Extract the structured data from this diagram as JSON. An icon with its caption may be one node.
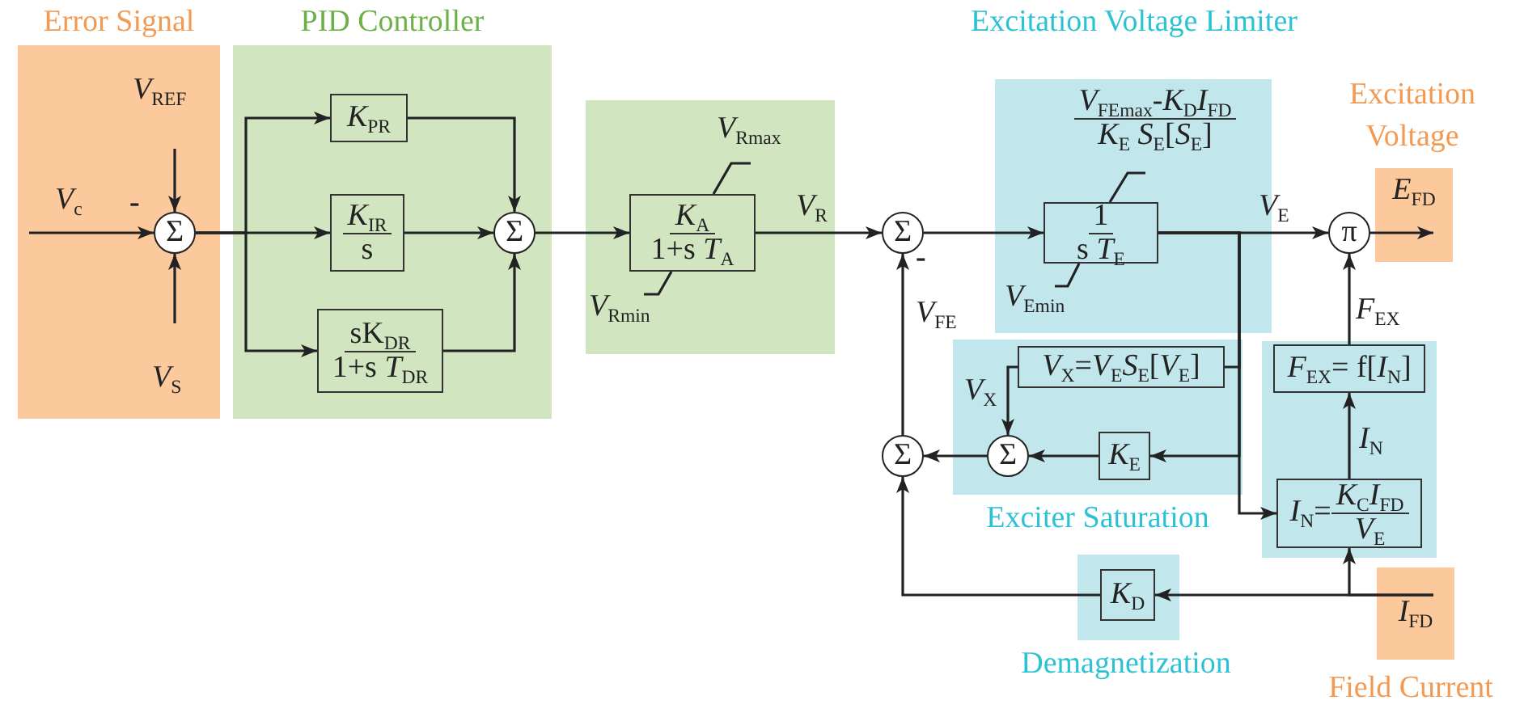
{
  "diagram": {
    "nodes": [
      {
        "text": [
          "Error Signal"
        ]
      },
      {
        "text": [
          "Σ"
        ],
        "in": 0
      },
      {
        "text": [
          "PID Controller"
        ]
      },
      {
        "text": [
          "*K*$_{PR}$"
        ],
        "in": 2
      },
      {
        "text": [
          "*K*$_{IR}$",
          "s"
        ],
        "in": 2
      },
      {
        "text": [
          "sK$_{DR}$",
          "1+s *T*$_{DR}$"
        ],
        "in": 2
      },
      {
        "text": [
          "Σ"
        ],
        "in": 2
      },
      {
        "text": [],
        "shape": "box"
      },
      {
        "text": [
          "*K*$_{A}$",
          "1+s *T*$_{A}$"
        ],
        "in": 7,
        "beside": [
          "*V*$_{Rmax}$",
          "*V*$_{Rmin}$"
        ]
      },
      {
        "text": [
          "Σ"
        ]
      },
      {
        "text": [
          "Excitation Voltage Limiter"
        ]
      },
      {
        "text": [
          "1",
          "s *T*$_{E}$"
        ],
        "in": 10,
        "beside": [
          "*V*$_{FEmax}$-*K*$_{D}$*I*$_{FD}$",
          "*K*$_{E}$ *S*$_{E}$[*S*$_{E}$]",
          "*V*$_{Emin}$"
        ]
      },
      {
        "text": [
          "π"
        ]
      },
      {
        "text": [
          "Excitation Voltage",
          "*E*$_{FD}$"
        ]
      },
      {
        "text": [
          "Exciter Saturation"
        ]
      },
      {
        "text": [
          "*V*$_{X}$=*V*$_{E}$*S*$_{E}$[*V*$_{E}$]"
        ],
        "in": 14
      },
      {
        "text": [
          "Σ"
        ],
        "in": 14
      },
      {
        "text": [
          "*K*$_{E}$"
        ],
        "in": 14
      },
      {
        "text": [
          "Σ"
        ]
      },
      {
        "text": [],
        "shape": "box"
      },
      {
        "text": [
          "*F*$_{EX}$= f[*I*$_{N}$]"
        ],
        "in": 19
      },
      {
        "text": [
          "*I*$_{N}$=",
          "*K*$_{C}$*I*$_{FD}$",
          "*V*$_{E}$"
        ],
        "in": 19
      },
      {
        "text": [
          "Demagnetization"
        ]
      },
      {
        "text": [
          "*K*$_{D}$"
        ],
        "in": 22
      },
      {
        "text": [
          "*I*$_{FD}$",
          "Field Current"
        ]
      }
    ],
    "edges": [
      {
        "from": null,
        "to": 1,
        "arrow": "to",
        "label": "*V*$_{c}$"
      },
      {
        "from": null,
        "to": 1,
        "arrow": "to",
        "label": "*V*$_{REF}$"
      },
      {
        "from": null,
        "to": 1,
        "arrow": "to",
        "label": "*V*$_{S}$"
      },
      {
        "from": 1,
        "to": 3,
        "arrow": "to"
      },
      {
        "from": 1,
        "to": 4,
        "arrow": "to"
      },
      {
        "from": 1,
        "to": 5,
        "arrow": "to"
      },
      {
        "from": 3,
        "to": 6,
        "arrow": "to"
      },
      {
        "from": 4,
        "to": 6,
        "arrow": "to"
      },
      {
        "from": 5,
        "to": 6,
        "arrow": "to"
      },
      {
        "from": 6,
        "to": 8,
        "arrow": "to"
      },
      {
        "from": 8,
        "to": 9,
        "arrow": "to",
        "label": "*V*$_{R}$"
      },
      {
        "from": 9,
        "to": 11,
        "arrow": "to"
      },
      {
        "from": 11,
        "to": 12,
        "arrow": "to",
        "label": "*V*$_{E}$"
      },
      {
        "from": 12,
        "to": 13,
        "arrow": "to"
      },
      {
        "from": 11,
        "to": 15,
        "arrow": "none"
      },
      {
        "from": 11,
        "to": 17,
        "arrow": "to"
      },
      {
        "from": 11,
        "to": 21,
        "arrow": "to"
      },
      {
        "from": 15,
        "to": 16,
        "arrow": "to",
        "label": "*V*$_{X}$"
      },
      {
        "from": 17,
        "to": 16,
        "arrow": "to"
      },
      {
        "from": 16,
        "to": 18,
        "arrow": "to"
      },
      {
        "from": 18,
        "to": 9,
        "arrow": "to",
        "label": "*V*$_{FE}$"
      },
      {
        "from": 21,
        "to": 20,
        "arrow": "to",
        "label": "*I*$_{N}$"
      },
      {
        "from": 20,
        "to": 12,
        "arrow": "to",
        "label": "*F*$_{EX}$"
      },
      {
        "from": 24,
        "to": 21,
        "arrow": "to"
      },
      {
        "from": 24,
        "to": 23,
        "arrow": "to"
      },
      {
        "from": 23,
        "to": 18,
        "arrow": "to"
      }
    ],
    "labels": [
      "-",
      "-"
    ]
  }
}
